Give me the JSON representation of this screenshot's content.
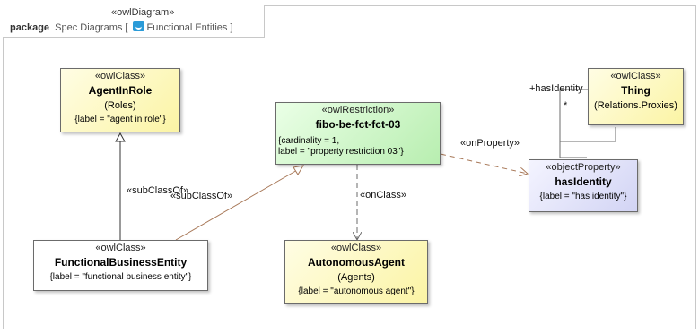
{
  "frame": {
    "stereotype": "«owlDiagram»",
    "kind": "package",
    "path_prefix": "Spec Diagrams [",
    "diagram_name": "Functional Entities",
    "path_suffix": "]"
  },
  "nodes": {
    "agent_in_role": {
      "stereotype": "«owlClass»",
      "name": "AgentInRole",
      "package": "(Roles)",
      "tag": "{label = \"agent in role\"}"
    },
    "restriction": {
      "stereotype": "«owlRestriction»",
      "name": "fibo-be-fct-fct-03",
      "tag1": "{cardinality = 1,",
      "tag2": "label = \"property restriction 03\"}"
    },
    "thing": {
      "stereotype": "«owlClass»",
      "name": "Thing",
      "package": "(Relations.Proxies)"
    },
    "has_identity": {
      "stereotype": "«objectProperty»",
      "name": "hasIdentity",
      "tag": "{label = \"has identity\"}"
    },
    "functional_business_entity": {
      "stereotype": "«owlClass»",
      "name": "FunctionalBusinessEntity",
      "tag": "{label = \"functional business entity\"}"
    },
    "autonomous_agent": {
      "stereotype": "«owlClass»",
      "name": "AutonomousAgent",
      "package": "(Agents)",
      "tag": "{label = \"autonomous agent\"}"
    }
  },
  "edges": {
    "subclass_a": "«subClassOf»",
    "subclass_b": "«subClassOf»",
    "on_property": "«onProperty»",
    "on_class": "«onClass»",
    "has_identity_role": "+hasIdentity",
    "multiplicity": "*"
  },
  "colors": {
    "owl_class_fill": "#fbf4a4",
    "restriction_fill": "#b8eeb0",
    "object_property_fill": "#d2d4f4",
    "edge_brown": "#a87858",
    "edge_gray": "#6b6b6b"
  }
}
